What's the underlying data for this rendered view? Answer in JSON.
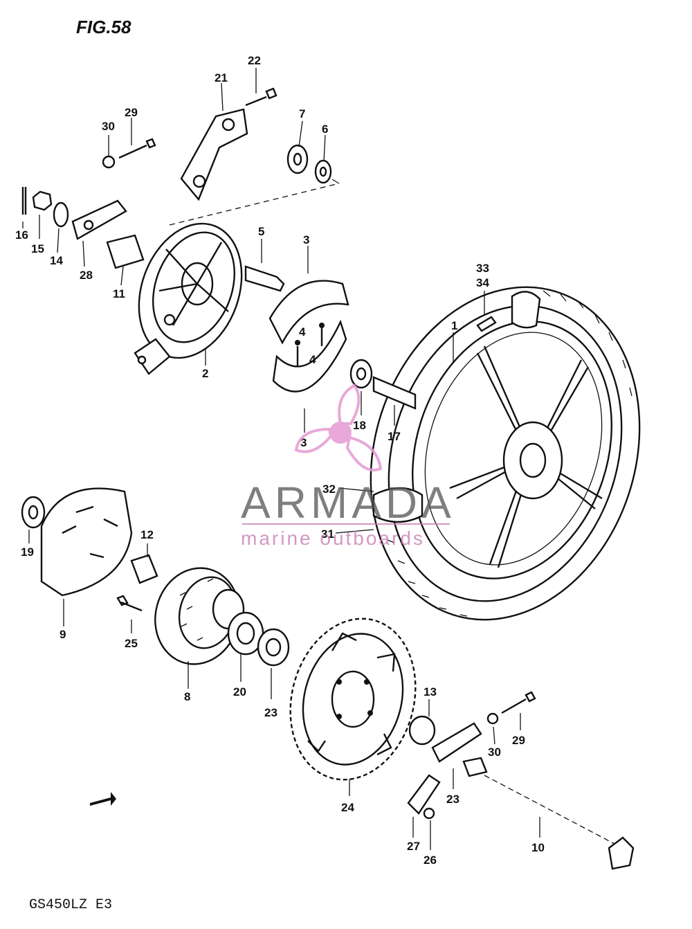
{
  "figure": {
    "title": "FIG.58",
    "model": "GS450LZ E3"
  },
  "watermark": {
    "brand": "ARMADA",
    "tagline": "marine outboards",
    "logo_color": "#e59ad3",
    "text_color": "#555555"
  },
  "parts": {
    "p1": "1",
    "p2": "2",
    "p3a": "3",
    "p3b": "3",
    "p4a": "4",
    "p4b": "4",
    "p5": "5",
    "p6": "6",
    "p7": "7",
    "p8": "8",
    "p9": "9",
    "p10": "10",
    "p11": "11",
    "p12": "12",
    "p13": "13",
    "p14": "14",
    "p15": "15",
    "p16": "16",
    "p17": "17",
    "p18": "18",
    "p19": "19",
    "p20": "20",
    "p21": "21",
    "p22": "22",
    "p23a": "23",
    "p23b": "23",
    "p24": "24",
    "p25": "25",
    "p26": "26",
    "p27": "27",
    "p28": "28",
    "p29a": "29",
    "p29b": "29",
    "p30a": "30",
    "p30b": "30",
    "p31": "31",
    "p32": "32",
    "p33": "33",
    "p34": "34"
  }
}
